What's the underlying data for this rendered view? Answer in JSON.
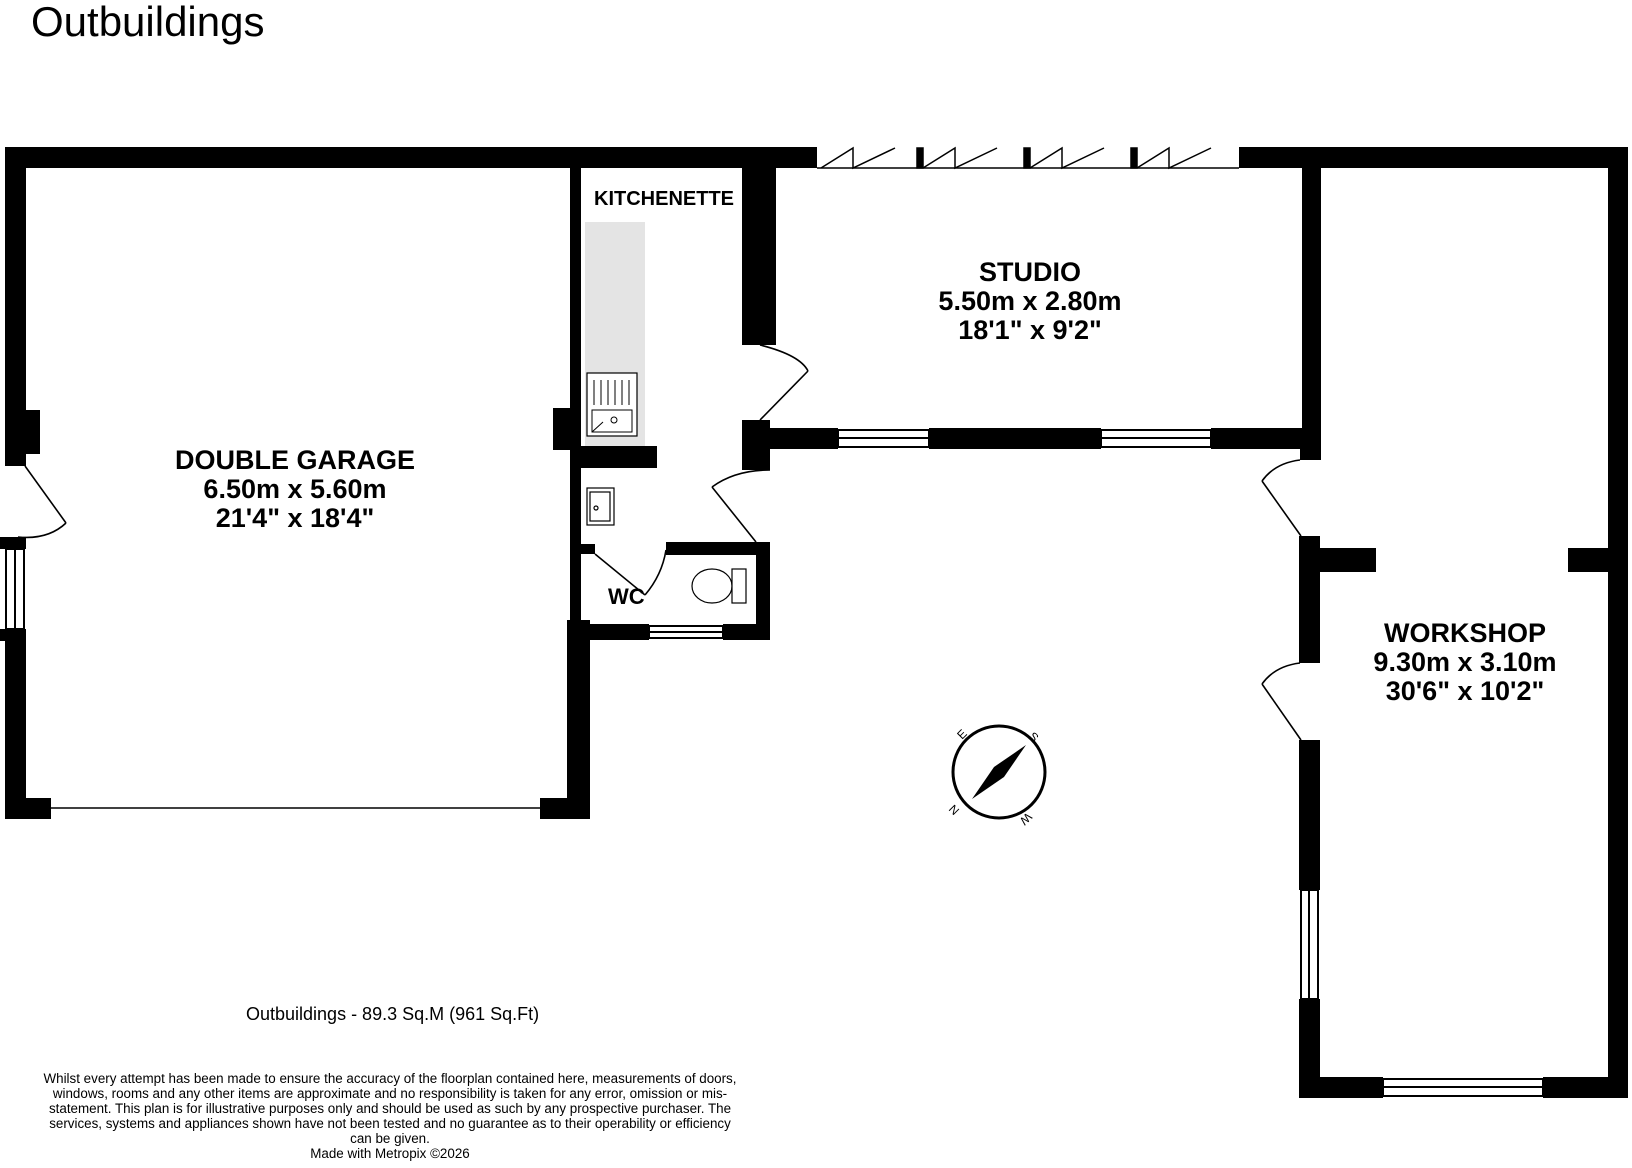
{
  "title": "Outbuildings",
  "rooms": {
    "double_garage": {
      "name": "DOUBLE GARAGE",
      "metric": "6.50m  x 5.60m",
      "imperial": "21'4\"  x 18'4\""
    },
    "studio": {
      "name": "STUDIO",
      "metric": "5.50m  x 2.80m",
      "imperial": "18'1\"  x 9'2\""
    },
    "workshop": {
      "name": "WORKSHOP",
      "metric": "9.30m  x 3.10m",
      "imperial": "30'6\"  x 10'2\""
    },
    "kitchenette": {
      "name": "KITCHENETTE"
    },
    "wc": {
      "name": "WC"
    }
  },
  "compass": {
    "n": "N",
    "e": "E",
    "s": "S",
    "w": "W"
  },
  "area": "Outbuildings - 89.3 Sq.M (961 Sq.Ft)",
  "disclaimer": "Whilst every attempt has been made to ensure the accuracy of the floorplan contained here, measurements of doors, windows, rooms and any other items are approximate and no responsibility is taken for any error, omission or mis-statement. This plan is for illustrative purposes only and should be used as such by any prospective purchaser. The services, systems and appliances shown have not been tested and no guarantee as to their operability or efficiency can be given.",
  "credit": "Made with Metropix ©2026"
}
